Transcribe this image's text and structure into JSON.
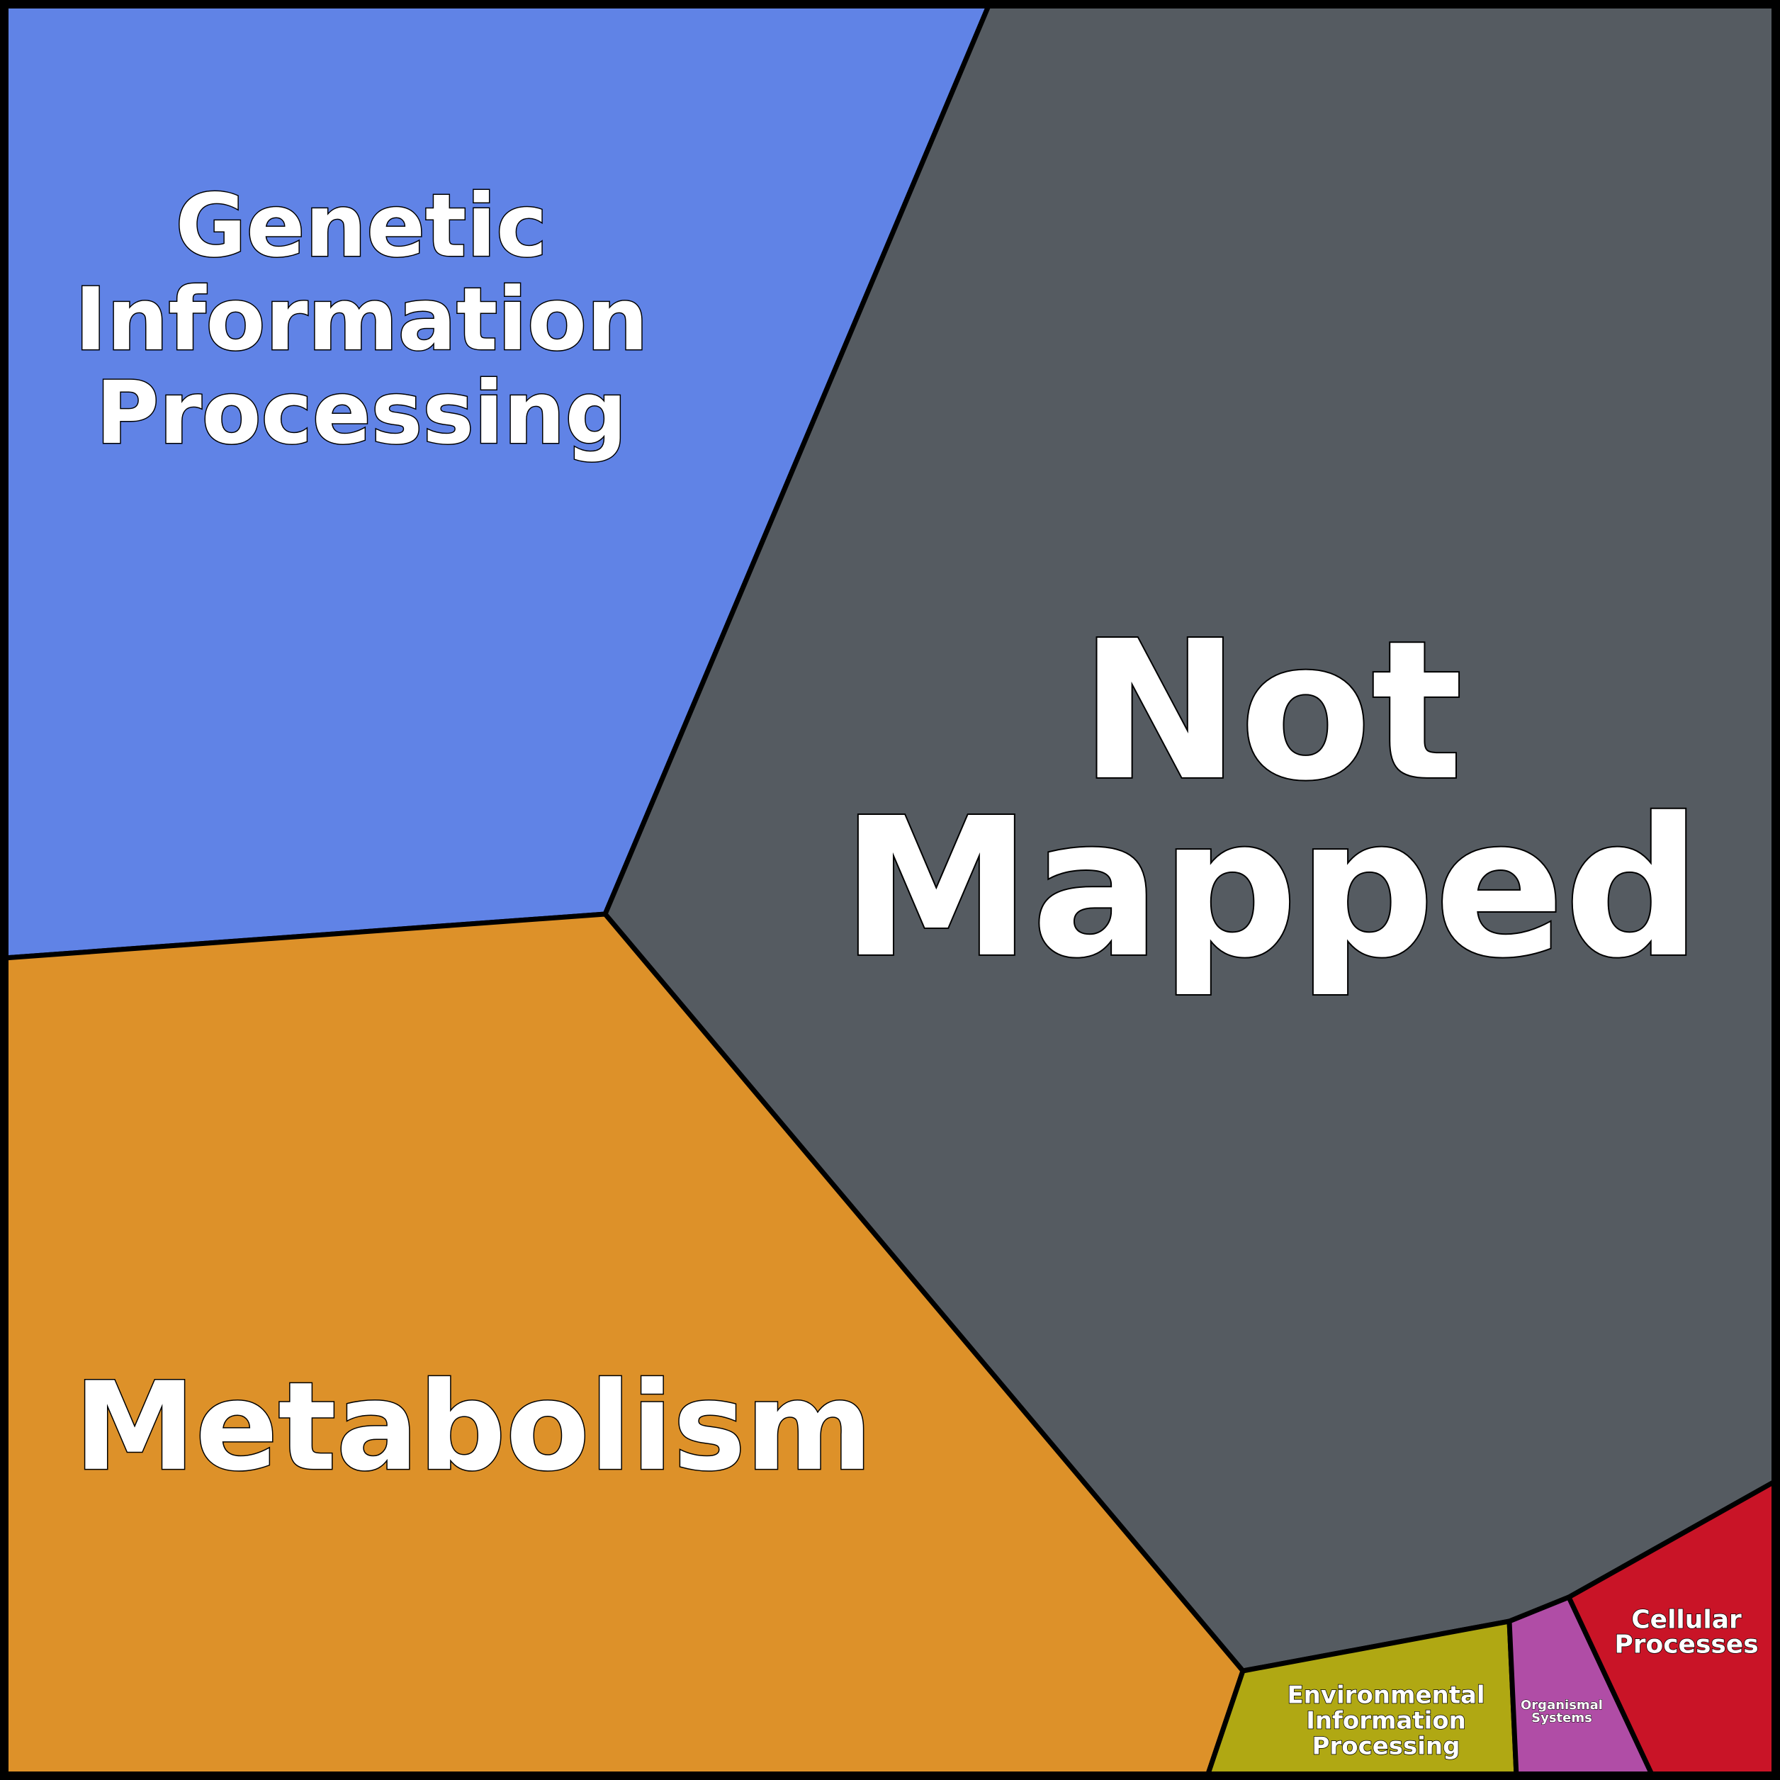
{
  "categories": {
    "genetic": {
      "lines": [
        "Genetic",
        "Information",
        "Processing"
      ],
      "color": "#6083e6"
    },
    "not_mapped": {
      "lines": [
        "Not",
        "Mapped"
      ],
      "color": "#555b61"
    },
    "metabolism": {
      "lines": [
        "Metabolism"
      ],
      "color": "#dd9129"
    },
    "environmental": {
      "lines": [
        "Environmental",
        "Information",
        "Processing"
      ],
      "color": "#b0a813"
    },
    "organismal": {
      "lines": [
        "Organismal",
        "Systems"
      ],
      "color": "#b04da6"
    },
    "cellular": {
      "lines": [
        "Cellular",
        "Processes"
      ],
      "color": "#c91427"
    }
  }
}
